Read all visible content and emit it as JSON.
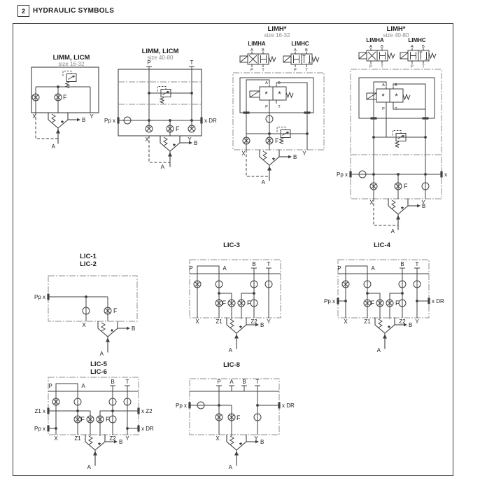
{
  "page": {
    "section_number": "2",
    "section_title": "HYDRAULIC SYMBOLS"
  },
  "glyphs": {
    "asterisk": "*"
  },
  "sol": {
    "a": "A",
    "b": "B",
    "p": "P",
    "t": "T"
  },
  "d": {
    "limm16": {
      "t": "LIMM, LICM",
      "st": "size 16-32",
      "x": "X",
      "y": "Y",
      "f": "F",
      "a": "A",
      "b": "B"
    },
    "limm40": {
      "t": "LIMM, LICM",
      "st": "size 40-80",
      "tp": "P",
      "tt": "T",
      "pp": "Pp x",
      "dr": "x DR",
      "x": "X",
      "y": "Y",
      "f": "F",
      "a": "A",
      "b": "B"
    },
    "limh16": {
      "t": "LIMH*",
      "st": "size 16-32",
      "ha": "LIMHA",
      "hc": "LIMHC",
      "x": "X",
      "y": "Y",
      "f": "F",
      "a": "A",
      "b": "B"
    },
    "limh40": {
      "t": "LIMH*",
      "st": "size 40-80",
      "ha": "LIMHA",
      "hc": "LIMHC",
      "pp": "Pp x",
      "xr": "x",
      "x": "X",
      "y": "Y",
      "f": "F",
      "a": "A",
      "b": "B"
    },
    "lic12": {
      "t": "LIC-1",
      "t2": "LIC-2",
      "pp": "Pp x",
      "x": "X",
      "f": "F",
      "a": "A",
      "b": "B"
    },
    "lic3": {
      "t": "LIC-3",
      "tp": "P",
      "ta": "A",
      "tb": "B",
      "tt": "T",
      "x": "X",
      "z1": "Z1",
      "z2": "Z2",
      "y": "Y",
      "f": "F",
      "a": "A",
      "b": "B"
    },
    "lic4": {
      "t": "LIC-4",
      "tp": "P",
      "ta": "A",
      "tb": "B",
      "tt": "T",
      "pp": "Pp x",
      "dr": "x DR",
      "x": "X",
      "z1": "Z1",
      "z2": "Z2",
      "y": "Y",
      "f": "F",
      "a": "A",
      "b": "B"
    },
    "lic56": {
      "t": "LIC-5",
      "t2": "LIC-6",
      "tp": "P",
      "ta": "A",
      "tb": "B",
      "tt": "T",
      "z1p": "Z1 x",
      "pp": "Pp x",
      "z2p": "x Z2",
      "dr": "x DR",
      "x": "X",
      "z1": "Z1",
      "z2": "Z2",
      "y": "Y",
      "f": "F",
      "a": "A",
      "b": "B"
    },
    "lic8": {
      "t": "LIC-8",
      "tp": "P",
      "ta": "A",
      "tb": "B",
      "tt": "T",
      "pp": "Pp x",
      "dr": "x DR",
      "x": "X",
      "y": "Y",
      "f": "F",
      "a": "A",
      "b": "B"
    }
  }
}
